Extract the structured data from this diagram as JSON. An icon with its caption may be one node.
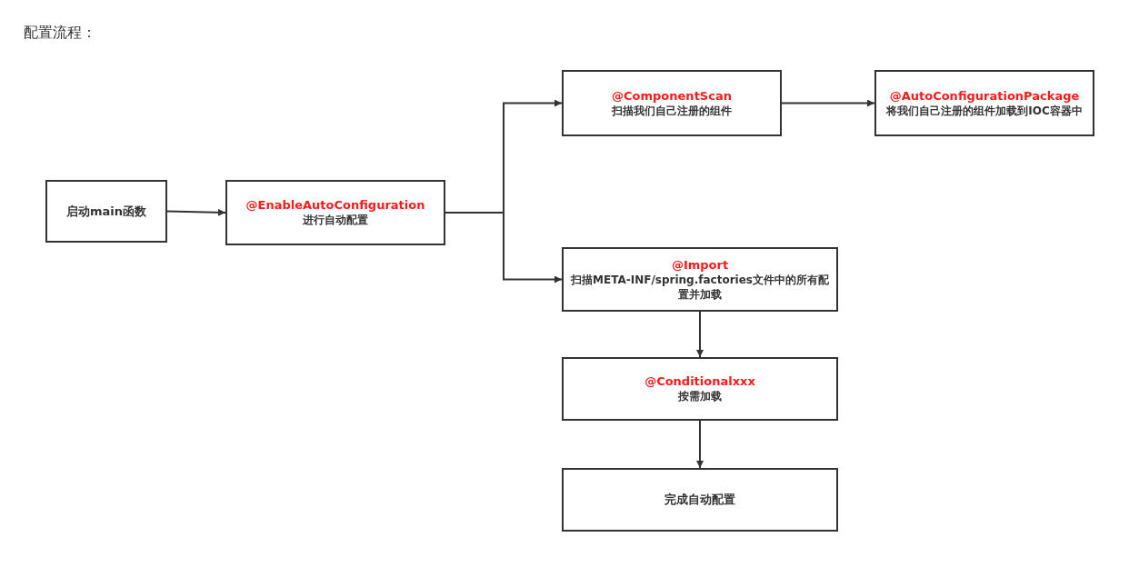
{
  "diagram": {
    "title": "配置流程：",
    "nodes": [
      {
        "text": [
          "启动main函数"
        ]
      },
      {
        "text": [
          "@EnableAutoConfiguration",
          "进行自动配置"
        ]
      },
      {
        "text": [
          "@ComponentScan",
          "扫描我们自己注册的组件"
        ]
      },
      {
        "text": [
          "@AutoConfigurationPackage",
          "将我们自己注册的组件加载到IOC容器中"
        ]
      },
      {
        "text": [
          "@Import",
          "扫描META-INF/spring.factories文件中的所有配置并加载"
        ]
      },
      {
        "text": [
          "@Conditionalxxx",
          "按需加载"
        ]
      },
      {
        "text": [
          "完成自动配置"
        ]
      }
    ],
    "edges": [
      {
        "from": 0,
        "to": 1,
        "arrow": "to"
      },
      {
        "from": 1,
        "to": 2,
        "arrow": "to"
      },
      {
        "from": 1,
        "to": 4,
        "arrow": "to"
      },
      {
        "from": 2,
        "to": 3,
        "arrow": "to"
      },
      {
        "from": 4,
        "to": 5,
        "arrow": "to"
      },
      {
        "from": 5,
        "to": 6,
        "arrow": "to"
      }
    ]
  }
}
